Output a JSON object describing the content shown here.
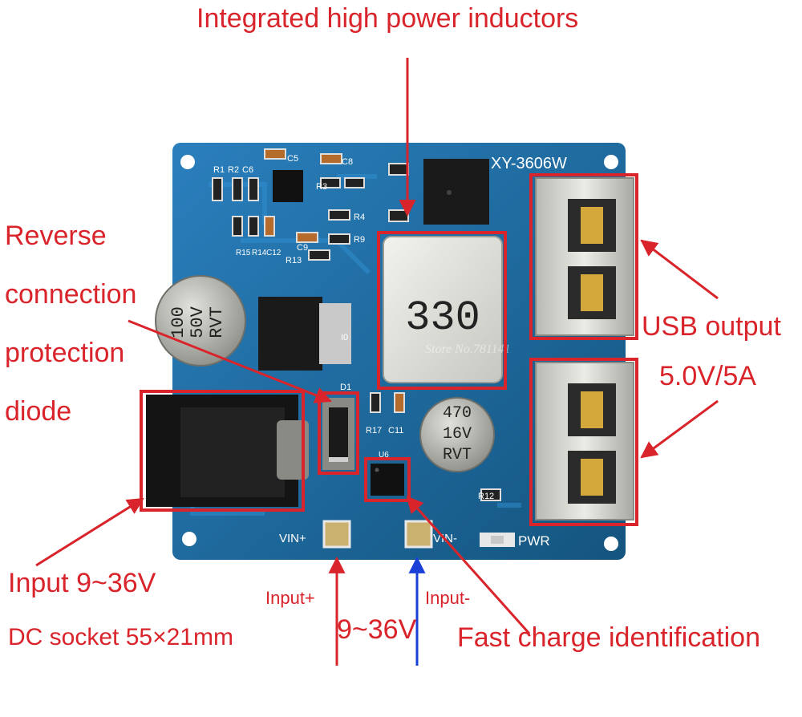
{
  "board": {
    "model": "XY-3606W",
    "inductor_marking": "330",
    "big_cap": {
      "line1": "100",
      "line2": "50V",
      "line3": "RVT"
    },
    "small_cap": {
      "line1": "470",
      "line2": "16V",
      "line3": "RVT"
    },
    "silk": {
      "vin_plus": "VIN+",
      "vin_minus": "VIN-",
      "pwr": "PWR",
      "c5": "C5",
      "c8": "C8",
      "c6": "C6",
      "r1": "R1",
      "r2": "R2",
      "r3": "R3",
      "r4": "R4",
      "r9": "R9",
      "c9": "C9",
      "r13": "R13",
      "r15": "R15",
      "r14": "R14",
      "c12": "C12",
      "r17": "R17",
      "c11": "C11",
      "r12": "R12",
      "d1": "D1",
      "u6": "U6",
      "i0": "I0"
    },
    "watermark": "Store No.781141"
  },
  "annotations": {
    "inductors": "Integrated high power inductors",
    "reverse_1": "Reverse",
    "reverse_2": "connection",
    "reverse_3": "protection",
    "reverse_4": "diode",
    "usb_1": "USB output",
    "usb_2": "5.0V/5A",
    "input_1": "Input 9~36V",
    "input_2": "DC socket 55×21mm",
    "input_plus": "Input+",
    "input_minus": "Input-",
    "voltage": "9~36V",
    "fast_charge": "Fast charge identification"
  },
  "colors": {
    "annotation": "#d8242a",
    "pcb": "#1d6ea6",
    "pcb_dark": "#134e7c",
    "arrow_minus": "#1a3fd6"
  }
}
